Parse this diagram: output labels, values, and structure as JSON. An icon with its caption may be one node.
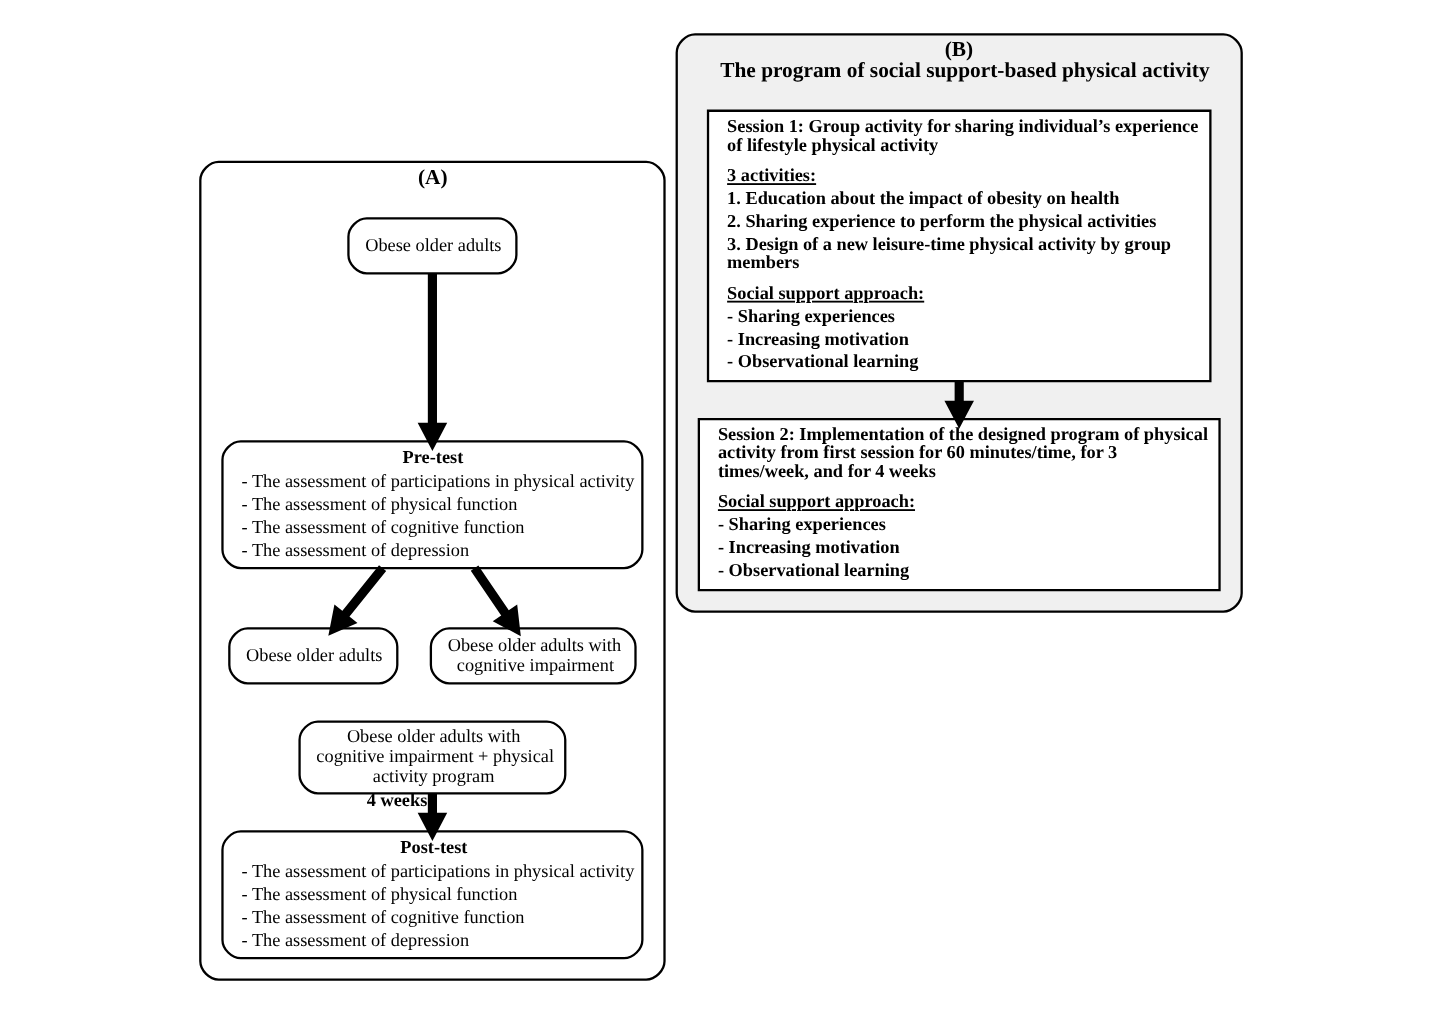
{
  "diagram": {
    "nodes": [
      {
        "text": [
          "(A)"
        ]
      },
      {
        "text": [
          "Obese older adults"
        ],
        "in": 0
      },
      {
        "text": [
          "Pre-test",
          "- The assessment of participations in physical activity",
          "- The assessment of physical function",
          "- The assessment of cognitive function",
          "- The assessment of depression"
        ],
        "in": 0
      },
      {
        "text": [
          "Obese older adults"
        ],
        "in": 0
      },
      {
        "text": [
          "Obese older adults with cognitive impairment"
        ],
        "in": 0
      },
      {
        "text": [
          "Obese older adults with cognitive impairment + physical activity program"
        ],
        "in": 0
      },
      {
        "text": [
          "Post-test",
          "- The assessment of participations in physical activity",
          "- The assessment of physical function",
          "- The assessment of cognitive function",
          "- The assessment of depression"
        ],
        "in": 0
      },
      {
        "text": [
          "(B)",
          "The program of social support-based physical activity"
        ]
      },
      {
        "text": [
          "Session 1: Group activity for sharing individual’s experience of lifestyle physical activity",
          "3 activities:",
          "1. Education about the impact of obesity on health",
          "2. Sharing experience to perform the physical activities",
          "3. Design of a new leisure-time physical activity by group members",
          "Social support approach:",
          "- Sharing experiences",
          "- Increasing motivation",
          "- Observational learning"
        ],
        "in": 7
      },
      {
        "text": [
          "Session 2: Implementation of the designed program of physical activity from first session for 60 minutes/time, for 3 times/week, and for 4 weeks",
          "Social support approach:",
          "- Sharing experiences",
          "- Increasing motivation",
          "- Observational learning"
        ],
        "in": 7
      }
    ],
    "edges": [
      {
        "from": 1,
        "to": 2,
        "arrow": "to"
      },
      {
        "from": 2,
        "to": 3,
        "arrow": "to"
      },
      {
        "from": 2,
        "to": 4,
        "arrow": "to"
      },
      {
        "from": 5,
        "to": 6,
        "arrow": "to",
        "label": "4 weeks"
      },
      {
        "from": 8,
        "to": 9,
        "arrow": "to"
      }
    ]
  }
}
